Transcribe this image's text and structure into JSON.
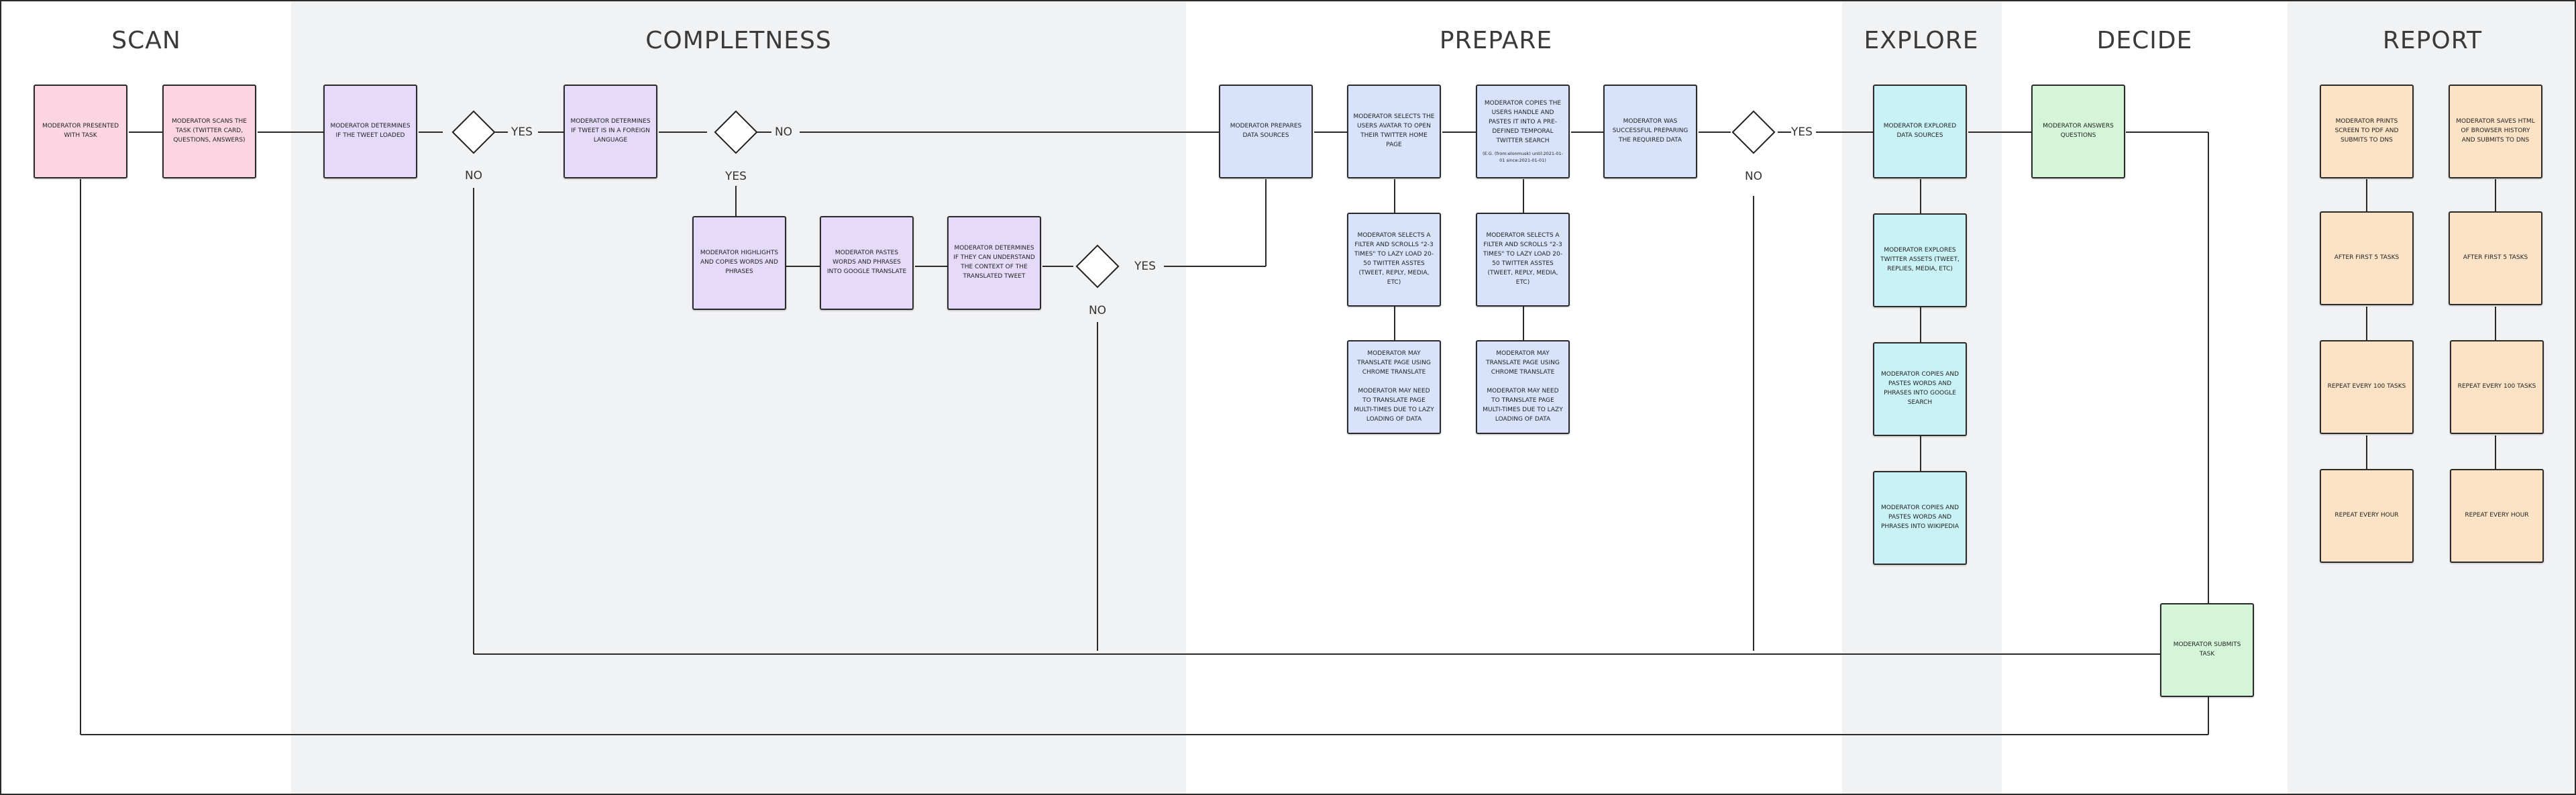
{
  "phases": {
    "scan": "SCAN",
    "completeness": "COMPLETNESS",
    "prepare": "PREPARE",
    "explore": "EXPLORE",
    "decide": "DECIDE",
    "report": "REPORT"
  },
  "labels": {
    "yes": "YES",
    "no": "NO"
  },
  "nodes": {
    "presented": "MODERATOR PRESENTED WITH TASK",
    "scans": "MODERATOR SCANS THE TASK (TWITTER CARD, QUESTIONS, ANSWERS)",
    "tweet_loaded": "MODERATOR DETERMINES IF THE TWEET LOADED",
    "foreign": "MODERATOR DETERMINES IF TWEET IS IN A FOREIGN LANGUAGE",
    "highlights": "MODERATOR HIGHLIGHTS AND COPIES WORDS AND PHRASES",
    "pastes_translate": "MODERATOR PASTES WORDS AND PHRASES INTO GOOGLE TRANSLATE",
    "understand": "MODERATOR DETERMINES IF THEY CAN UNDERSTAND THE CONTEXT OF THE TRANSLATED TWEET",
    "prepares_sources": "MODERATOR PREPARES DATA SOURCES",
    "selects_handle": "MODERATOR SELECTS THE USERS AVATAR TO OPEN THEIR TWITTER HOME PAGE",
    "copies_handle": "MODERATOR COPIES THE USERS HANDLE AND PASTES IT INTO A PRE-DEFINED TEMPORAL TWITTER SEARCH",
    "copies_handle_example": "(E.G. (from:elonmusk) until:2021-01-01 since:2021-01-01)",
    "successful": "MODERATOR WAS SUCCESSFUL PREPARING THE REQUIRED DATA",
    "filter_a": "MODERATOR SELECTS A FILTER AND SCROLLS \"2-3 TIMES\" TO LAZY LOAD 20-50 TWITTER ASSTES (TWEET, REPLY, MEDIA, ETC)",
    "filter_b": "MODERATOR SELECTS A FILTER AND SCROLLS \"2-3 TIMES\" TO LAZY LOAD 20-50 TWITTER ASSTES (TWEET, REPLY, MEDIA, ETC)",
    "chrome_a_1": "MODERATOR MAY TRANSLATE PAGE USING CHROME TRANSLATE",
    "chrome_a_2": "MODERATOR MAY NEED TO TRANSLATE PAGE MULTI-TIMES DUE TO LAZY LOADING OF DATA",
    "chrome_b_1": "MODERATOR MAY TRANSLATE PAGE USING CHROME TRANSLATE",
    "chrome_b_2": "MODERATOR MAY NEED TO TRANSLATE PAGE MULTI-TIMES DUE TO LAZY LOADING OF DATA",
    "explored_sources": "MODERATOR EXPLORED DATA SOURCES",
    "explores_assets": "MODERATOR EXPLORES TWITTER ASSETS (TWEET, REPLIES, MEDIA, ETC)",
    "google_search": "MODERATOR COPIES AND PASTES WORDS AND PHRASES INTO GOOGLE SEARCH",
    "wikipedia": "MODERATOR COPIES AND PASTES WORDS AND PHRASES INTO WIKIPEDIA",
    "answers": "MODERATOR ANSWERS QUESTIONS",
    "submits": "MODERATOR SUBMITS TASK",
    "prints": "MODERATOR PRINTS SCREEN TO PDF AND SUBMITS TO DNS",
    "saves_html": "MODERATOR SAVES HTML OF BROWSER HISTORY AND SUBMITS TO DNS",
    "after5_a": "AFTER FIRST 5 TASKS",
    "after5_b": "AFTER FIRST 5 TASKS",
    "every100_a": "REPEAT EVERY 100 TASKS",
    "every100_b": "REPEAT EVERY 100 TASKS",
    "hour_a": "REPEAT EVERY HOUR",
    "hour_b": "REPEAT EVERY HOUR"
  },
  "colors": {
    "pink": "#fbd6e2",
    "lavender": "#e5daf9",
    "blue": "#d8e3fb",
    "cyan": "#c8f2f5",
    "green": "#d4f5d8",
    "orange": "#fde3c5",
    "band": "#f1f2f4",
    "border": "#2a2a2a"
  }
}
